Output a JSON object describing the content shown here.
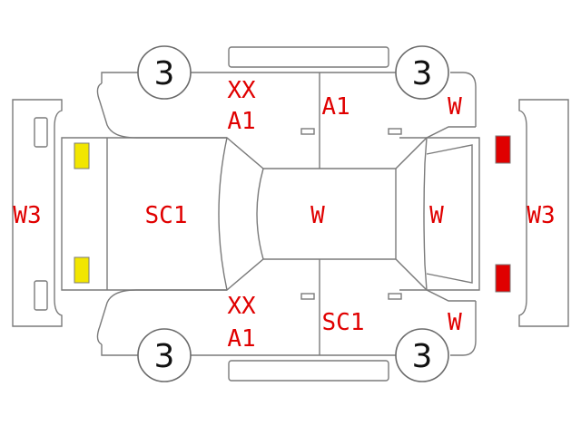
{
  "colors": {
    "code_text": "#e00000",
    "light_amber": "#f2e600",
    "light_red": "#e00000",
    "outline": "#7a7a7a"
  },
  "wheels": {
    "front_left": "3",
    "rear_left": "3",
    "front_right": "3",
    "rear_right": "3"
  },
  "codes": {
    "front_bumper": "W3",
    "rear_bumper": "W3",
    "hood": "SC1",
    "roof": "W",
    "trunk_lid": "W",
    "top_front_pillar_1": "XX",
    "top_front_pillar_2": "A1",
    "top_rear_door": "A1",
    "top_rear_fender": "W",
    "bottom_front_pillar_1": "XX",
    "bottom_front_pillar_2": "A1",
    "bottom_rear_door": "SC1",
    "bottom_rear_fender": "W"
  }
}
